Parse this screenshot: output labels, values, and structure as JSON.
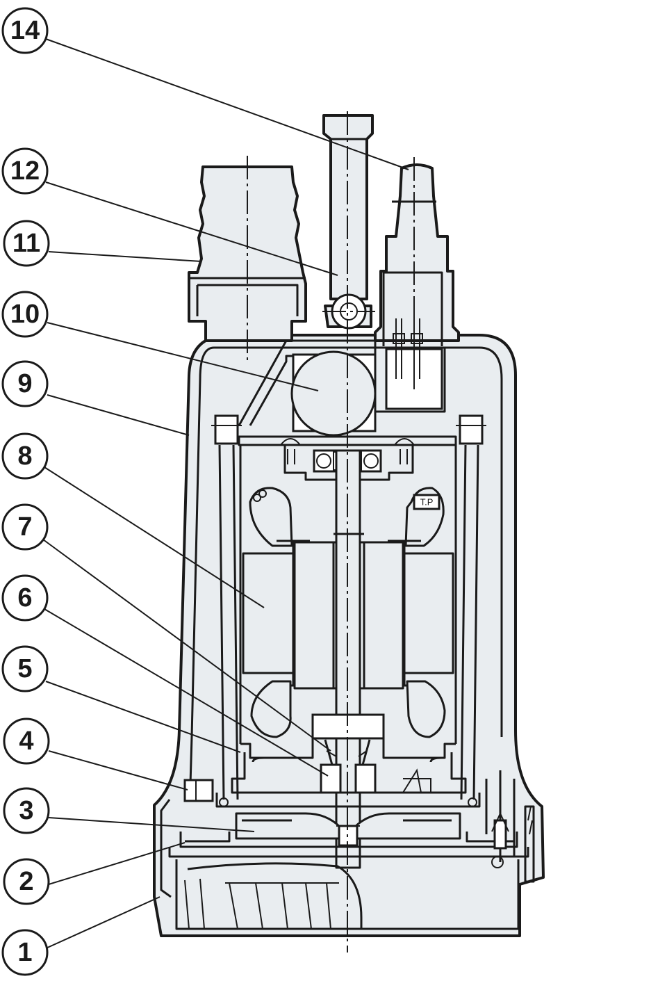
{
  "diagram": {
    "type": "cross-section drawing",
    "subject": "submersible pump",
    "stroke_color": "#1a1a1a",
    "fill_color": "#e9edf0",
    "callouts": [
      {
        "label": "14"
      },
      {
        "label": "12"
      },
      {
        "label": "11"
      },
      {
        "label": "10"
      },
      {
        "label": "9"
      },
      {
        "label": "8"
      },
      {
        "label": "7"
      },
      {
        "label": "6"
      },
      {
        "label": "5"
      },
      {
        "label": "4"
      },
      {
        "label": "3"
      },
      {
        "label": "2"
      },
      {
        "label": "1"
      }
    ],
    "motor_marking": "T.P"
  }
}
